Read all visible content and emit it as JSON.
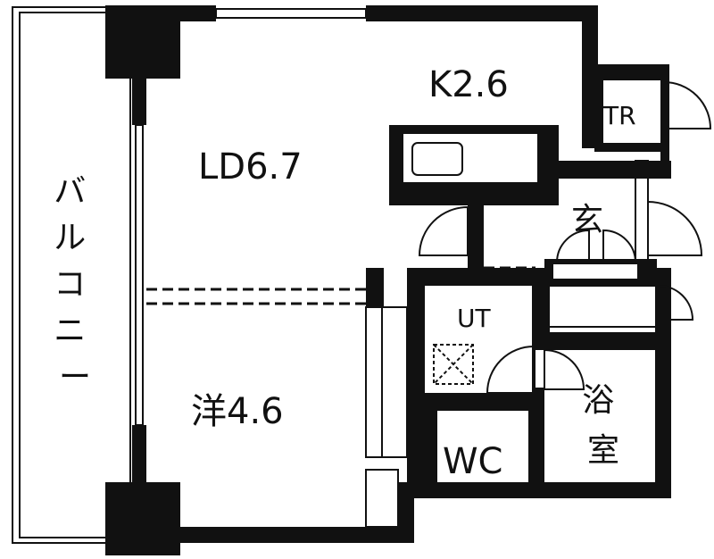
{
  "floorplan": {
    "rooms": {
      "kitchen": "K2.6",
      "living_dining": "LD6.7",
      "western_room": "洋4.6",
      "balcony": "バルコニー",
      "entrance": "玄",
      "trunk_room": "TR",
      "utility": "UT",
      "bathroom": "浴室",
      "toilet": "WC"
    }
  }
}
